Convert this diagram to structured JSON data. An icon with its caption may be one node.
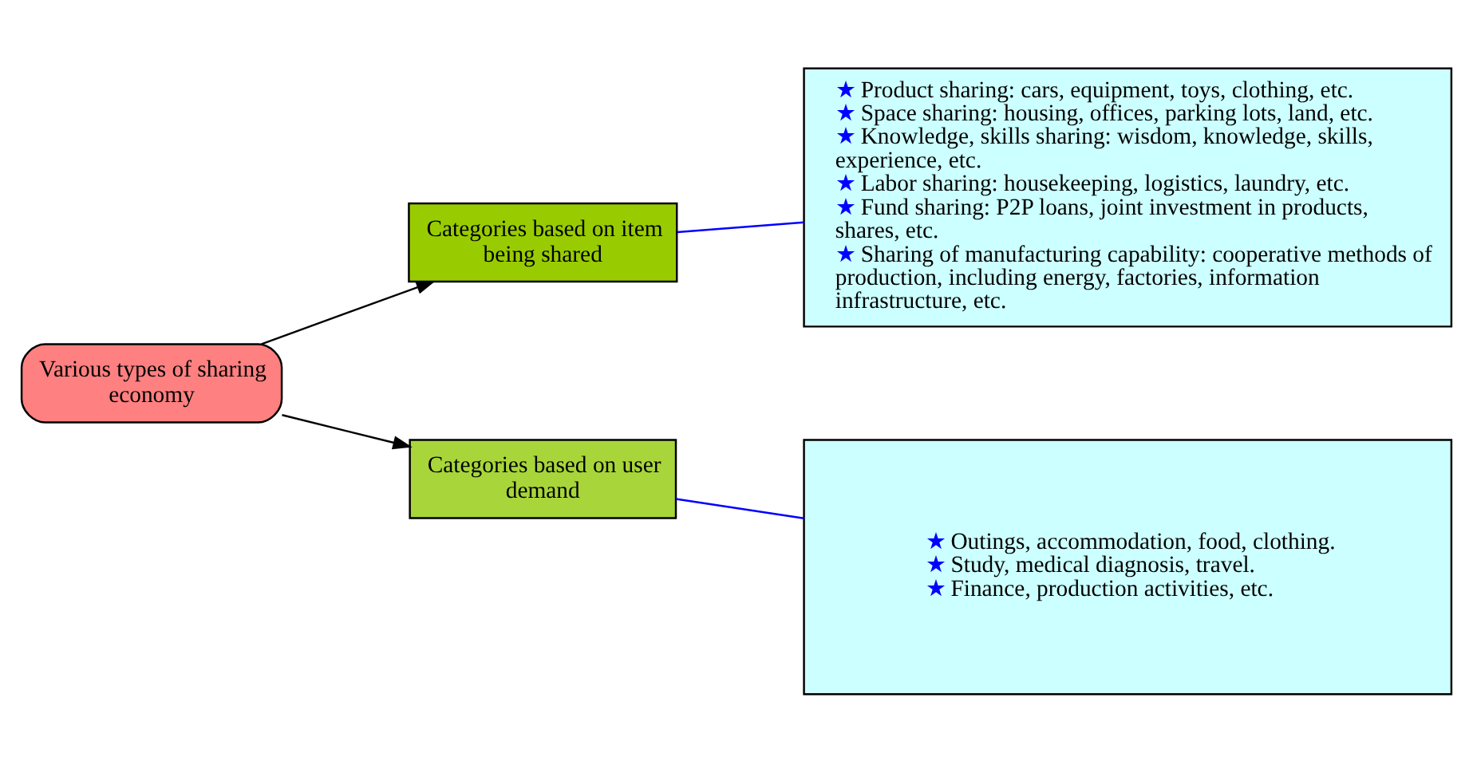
{
  "diagram": {
    "nodes": [
      {
        "text": [
          "Various types of sharing economy"
        ]
      },
      {
        "text": [
          "Categories based on item being shared"
        ]
      },
      {
        "text": [
          "Categories based on user demand"
        ]
      },
      {
        "text": [
          "★Product sharing: cars, equipment, toys, clothing, etc.",
          "★Space sharing: housing, offices, parking lots, land, etc.",
          "★Knowledge, skills sharing: wisdom, knowledge, skills, experience, etc.",
          "★Labor sharing: housekeeping, logistics, laundry, etc.",
          "★Fund sharing: P2P loans, joint investment in products, shares, etc.",
          "★Sharing of manufacturing capability: cooperative methods of production, including energy, factories, information infrastructure, etc."
        ]
      },
      {
        "text": [
          "★Outings, accommodation, food, clothing.",
          "★Study, medical diagnosis, travel.",
          "★Finance, production activities, etc."
        ]
      }
    ],
    "edges": [
      {
        "from": 0,
        "to": 1,
        "arrow": "to"
      },
      {
        "from": 0,
        "to": 2,
        "arrow": "to"
      },
      {
        "from": 1,
        "to": 3,
        "arrow": "none",
        "color": "#0000ff"
      },
      {
        "from": 2,
        "to": 4,
        "arrow": "none",
        "color": "#0000ff"
      }
    ]
  }
}
